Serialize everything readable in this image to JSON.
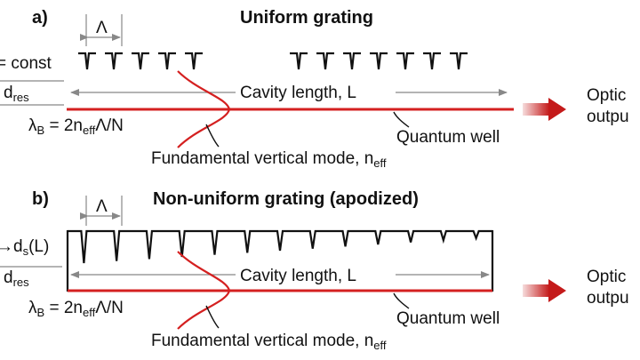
{
  "colors": {
    "quantum_well": "#d42020",
    "mode_profile": "#d42020",
    "output_arrow": "#c41a1a",
    "dimension_line": "#888888",
    "text": "#111111"
  },
  "panel_a": {
    "label": "a)",
    "title": "Uniform grating",
    "period_symbol": "Λ",
    "depth_label": "= const",
    "resonance_depth": "d",
    "resonance_depth_sub": "res",
    "cavity_length": "Cavity length, L",
    "bragg_lambda": "λ",
    "bragg_lambda_sub": "B",
    "bragg_eq_1": " = 2n",
    "bragg_eq_sub": "eff",
    "bragg_eq_2": "Λ/N",
    "quantum_well": "Quantum well",
    "mode_label": "Fundamental vertical mode, n",
    "mode_label_sub": "eff",
    "output_line1": "Optic",
    "output_line2": "outpu"
  },
  "panel_b": {
    "label": "b)",
    "title": "Non-uniform grating (apodized)",
    "period_symbol": "Λ",
    "depth_arrow": "→",
    "depth_symbol": "d",
    "depth_sub": "s",
    "depth_arg": "(L)",
    "resonance_depth": "d",
    "resonance_depth_sub": "res",
    "cavity_length": "Cavity length, L",
    "bragg_lambda": "λ",
    "bragg_lambda_sub": "B",
    "bragg_eq_1": " = 2n",
    "bragg_eq_sub": "eff",
    "bragg_eq_2": "Λ/N",
    "quantum_well": "Quantum well",
    "mode_label": "Fundamental vertical mode, n",
    "mode_label_sub": "eff",
    "output_line1": "Optic",
    "output_line2": "outpu"
  }
}
